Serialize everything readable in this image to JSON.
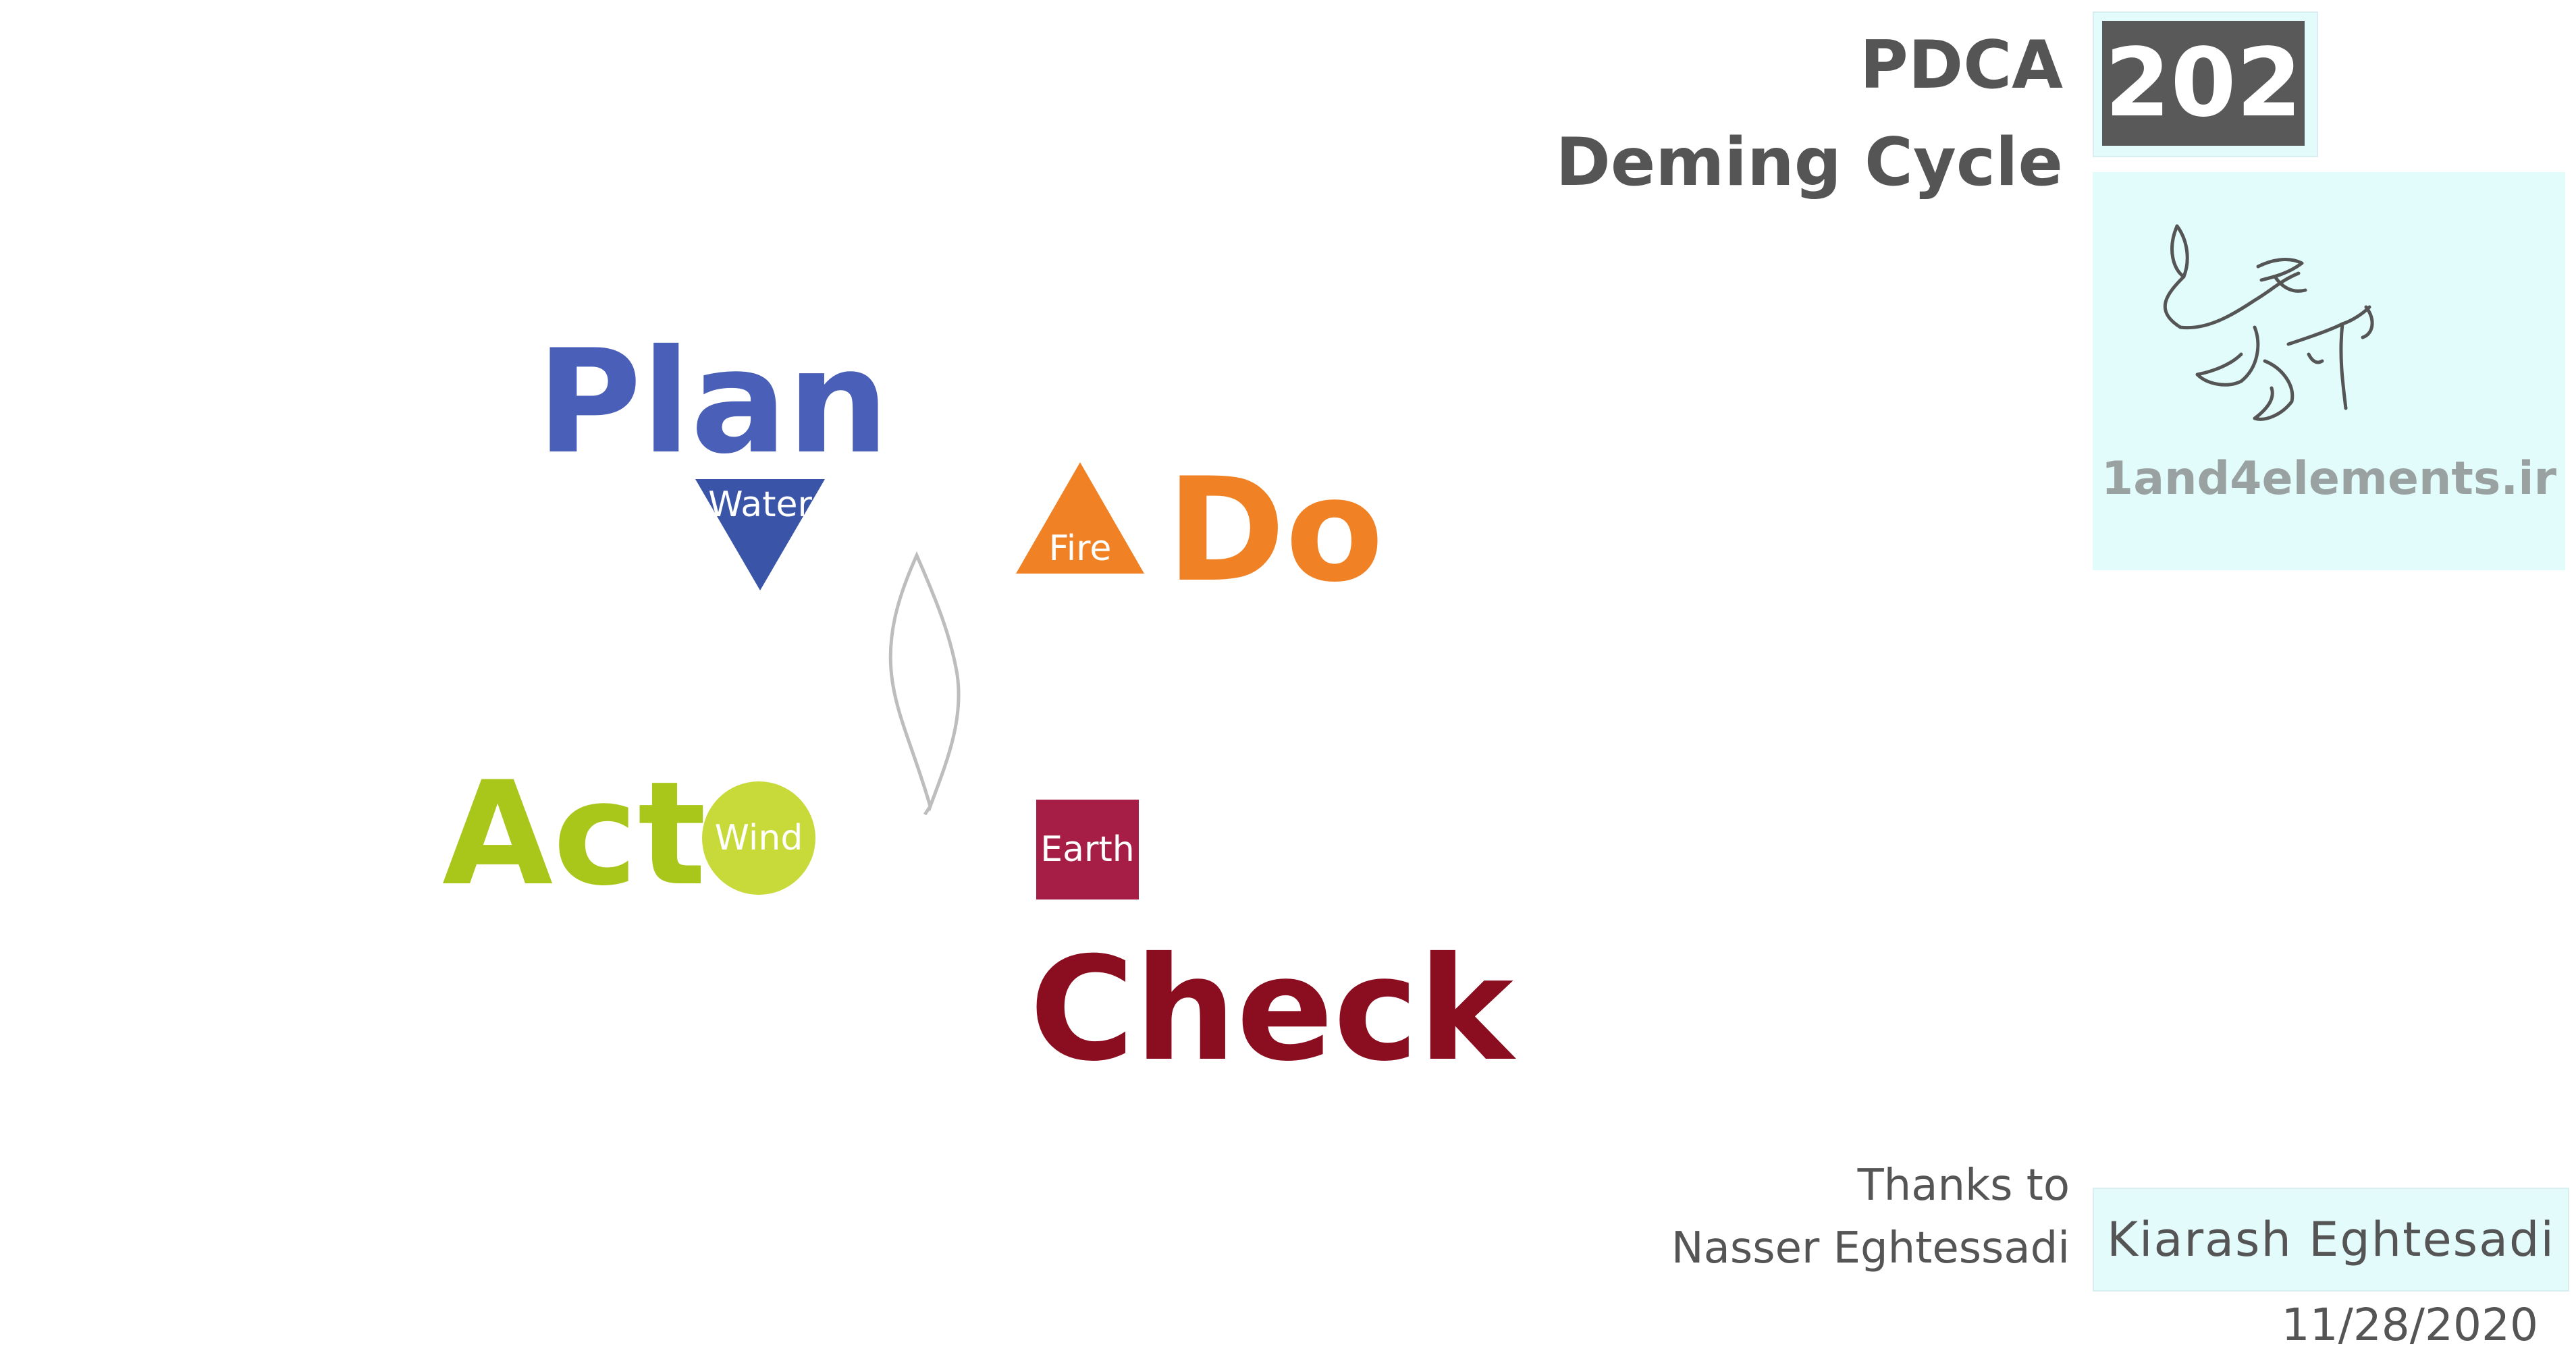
{
  "title": {
    "line1": "PDCA",
    "line2": "Deming Cycle",
    "number": "202"
  },
  "logo": {
    "url": "1and4elements.ir"
  },
  "stages": {
    "plan": {
      "word": "Plan",
      "element": "Water",
      "color": "#4a5fb8"
    },
    "do": {
      "word": "Do",
      "element": "Fire",
      "color": "#f08124"
    },
    "check": {
      "word": "Check",
      "element": "Earth",
      "color": "#8a0d20"
    },
    "act": {
      "word": "Act",
      "element": "Wind",
      "color": "#a9c61a"
    }
  },
  "footer": {
    "thanks_line1": "Thanks to",
    "thanks_line2": "Nasser Eghtessadi",
    "author": "Kiarash Eghtesadi",
    "date": "11/28/2020"
  }
}
